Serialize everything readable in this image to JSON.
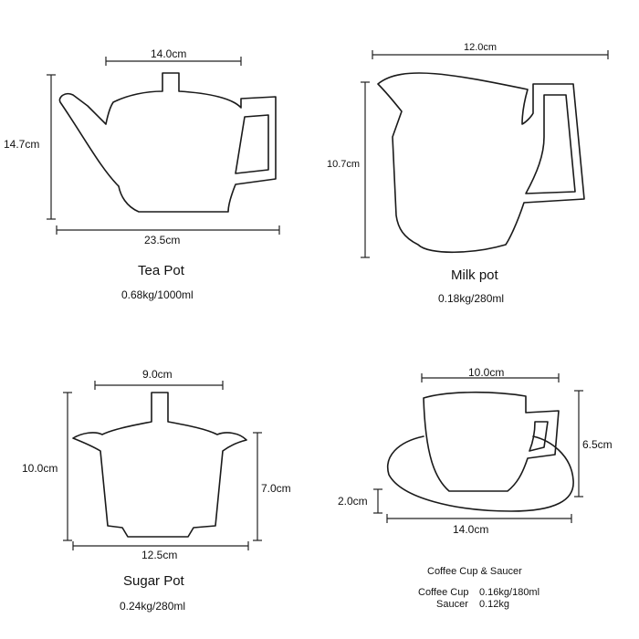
{
  "tea_pot": {
    "width_top": "14.0cm",
    "height": "14.7cm",
    "width_bottom": "23.5cm",
    "name": "Tea Pot",
    "spec": "0.68kg/1000ml"
  },
  "milk_pot": {
    "width": "12.0cm",
    "height": "10.7cm",
    "name": "Milk pot",
    "spec": "0.18kg/280ml"
  },
  "sugar_pot": {
    "width_top": "9.0cm",
    "height_total": "10.0cm",
    "height_body": "7.0cm",
    "width_bottom": "12.5cm",
    "name": "Sugar Pot",
    "spec": "0.24kg/280ml"
  },
  "coffee_set": {
    "cup_width": "10.0cm",
    "cup_height": "6.5cm",
    "saucer_height": "2.0cm",
    "saucer_width": "14.0cm",
    "name": "Coffee Cup & Saucer",
    "cup_label": "Coffee Cup",
    "cup_spec": "0.16kg/180ml",
    "saucer_label": "Saucer",
    "saucer_spec": "0.12kg"
  }
}
